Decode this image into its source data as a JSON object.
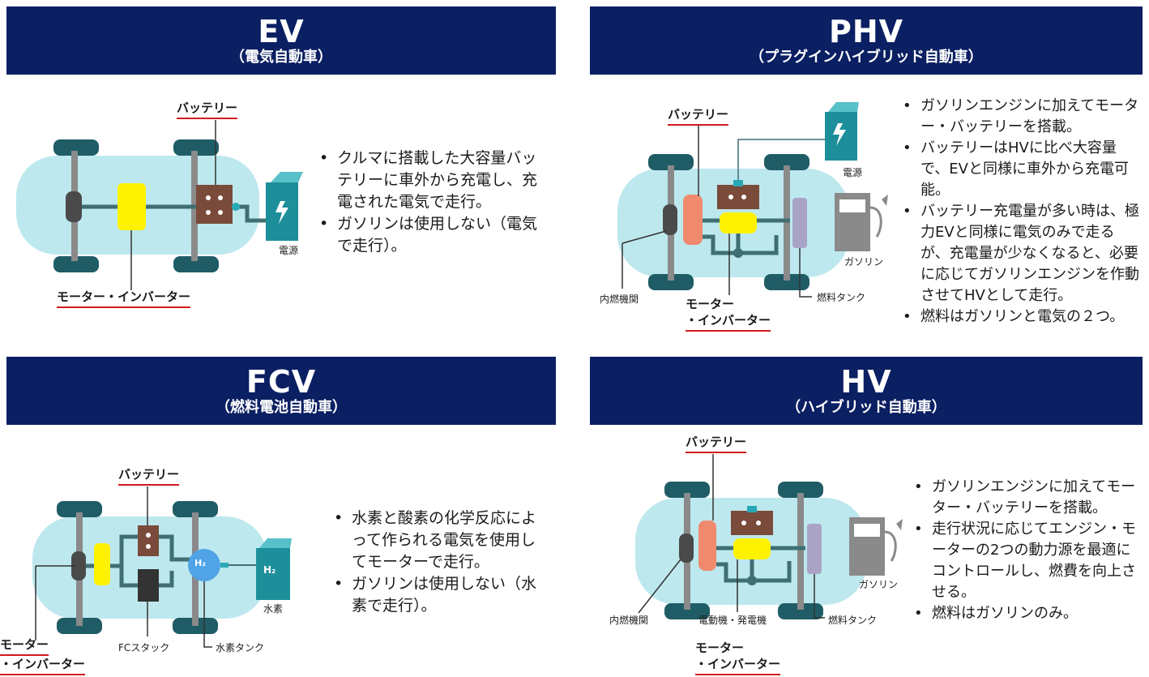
{
  "ev": {
    "title": "EV",
    "subtitle": "（電気自動車）",
    "battery_label": "バッテリー",
    "motor_label": "モーター・インバーター",
    "power_label": "電源",
    "bullets": [
      "クルマに搭載した大容量バッテリーに車外から充電し、充電された電気で走行。",
      "ガソリンは使用しない（電気で走行）。"
    ]
  },
  "phv": {
    "title": "PHV",
    "subtitle": "（プラグインハイブリッド自動車）",
    "battery_label": "バッテリー",
    "power_label": "電源",
    "gasoline_label": "ガソリン",
    "engine_label": "内燃機関",
    "motor_label_1": "モーター",
    "motor_label_2": "・インバーター",
    "tank_label": "燃料タンク",
    "bullets": [
      "ガソリンエンジンに加えてモーター・バッテリーを搭載。",
      "バッテリーはHVに比べ大容量で、EVと同様に車外から充電可能。",
      "バッテリー充電量が多い時は、極力EVと同様に電気のみで走るが、充電量が少なくなると、必要に応じてガソリンエンジンを作動させてHVとして走行。",
      "燃料はガソリンと電気の２つ。"
    ]
  },
  "fcv": {
    "title": "FCV",
    "subtitle": "（燃料電池自動車）",
    "battery_label": "バッテリー",
    "motor_label_1": "モーター",
    "motor_label_2": "・インバーター",
    "stack_label": "FCスタック",
    "h2tank_label": "水素タンク",
    "hydrogen_label": "水素",
    "h2_icon": "H₂",
    "bullets": [
      "水素と酸素の化学反応によって作られる電気を使用してモーターで走行。",
      "ガソリンは使用しない（水素で走行）。"
    ]
  },
  "hv": {
    "title": "HV",
    "subtitle": "（ハイブリッド自動車）",
    "battery_label": "バッテリー",
    "engine_label": "内燃機関",
    "generator_label": "電動機・発電機",
    "tank_label": "燃料タンク",
    "gasoline_label": "ガソリン",
    "motor_label_1": "モーター",
    "motor_label_2": "・インバーター",
    "bullets": [
      "ガソリンエンジンに加えてモーター・バッテリーを搭載。",
      "走行状況に応じてエンジン・モーターの2つの動力源を最適にコントロールし、燃費を向上させる。",
      "燃料はガソリンのみ。"
    ]
  },
  "colors": {
    "header_bg": "#0b1f63",
    "car_body": "#bde8ee",
    "tire": "#1f5c66",
    "motor": "#fff200",
    "battery": "#7a4a3a",
    "engine": "#f08a6e",
    "tank": "#a9a4c6",
    "line": "#3f6f73",
    "underline": "#d11b1b",
    "charger": "#1d8f9b"
  }
}
